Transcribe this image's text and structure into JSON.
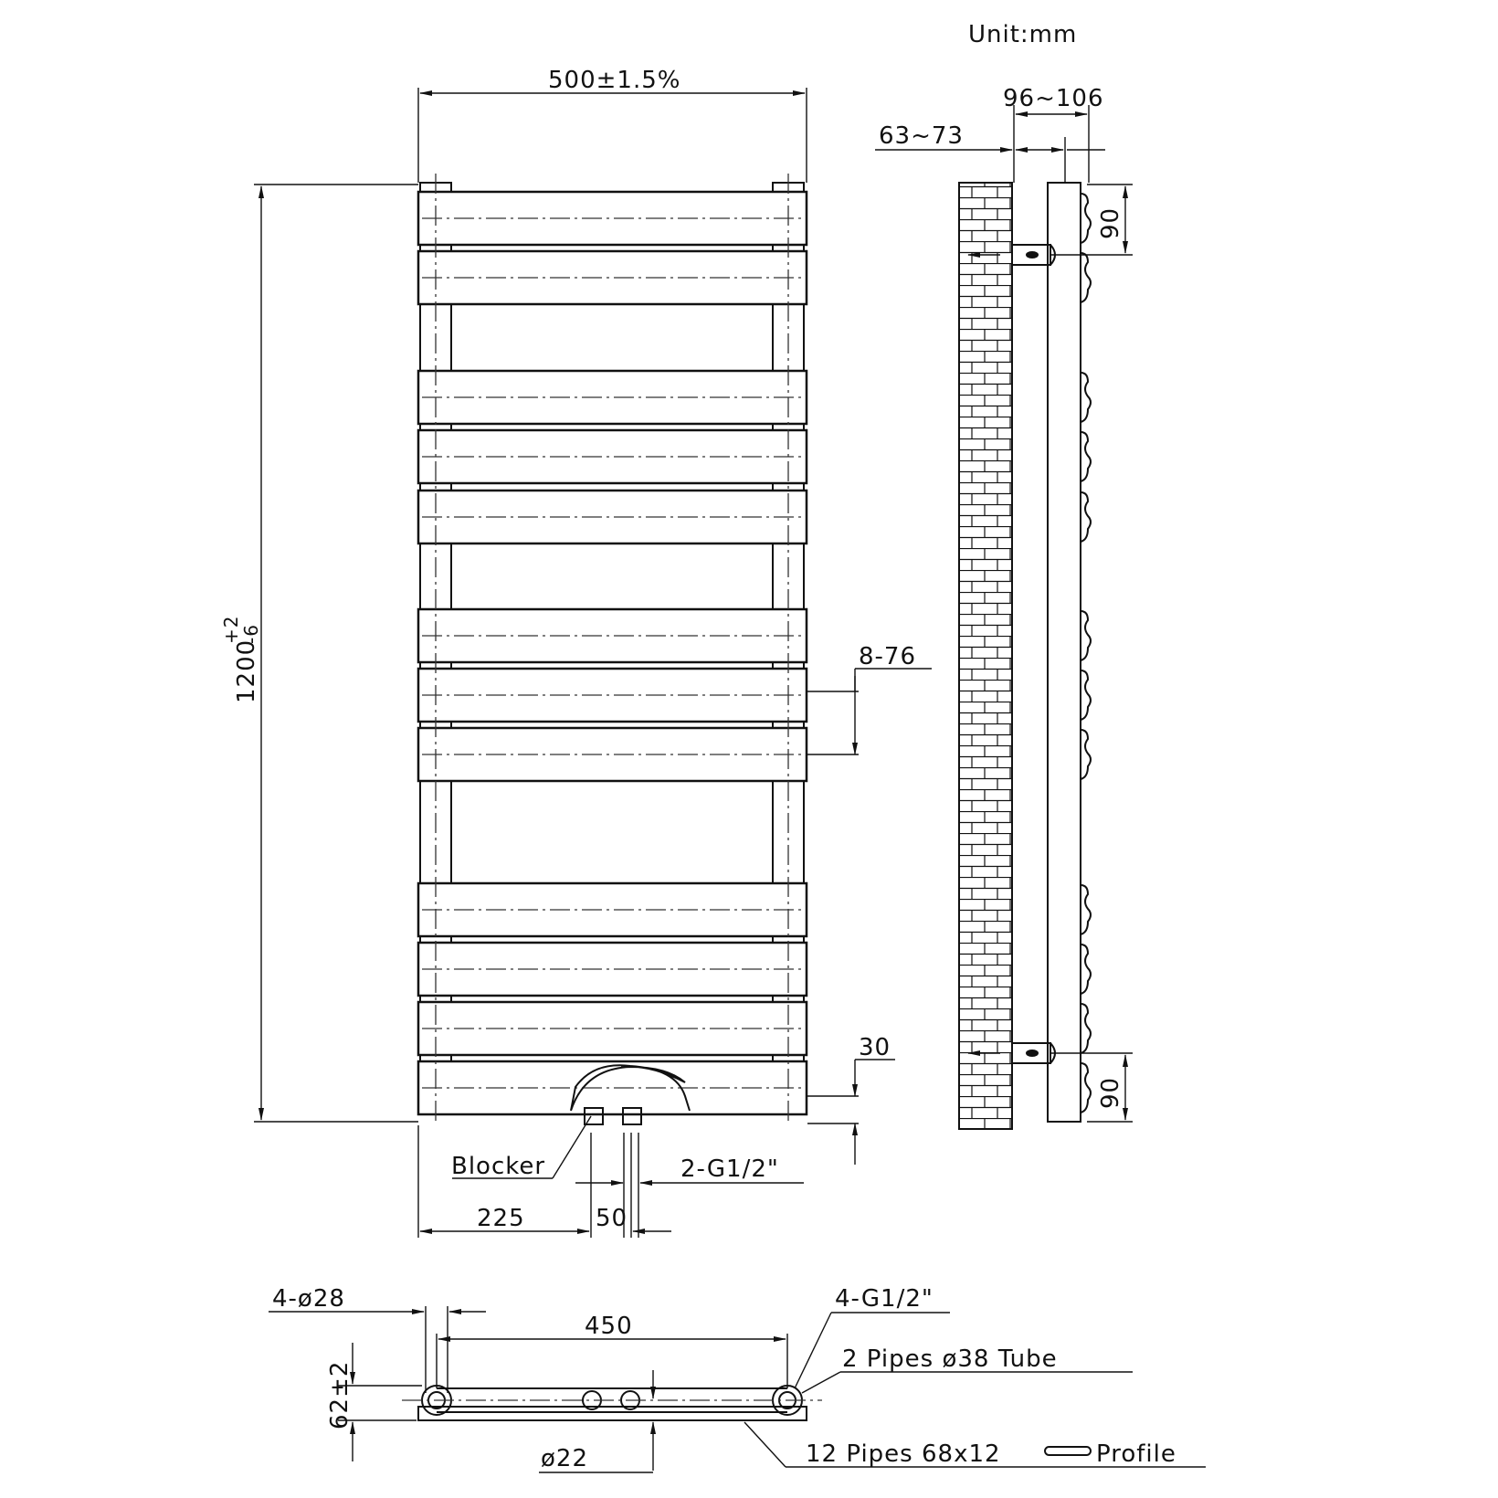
{
  "unit_label": "Unit:mm",
  "front_view": {
    "width_label": "500±1.5%",
    "height_label": "1200",
    "height_tol_plus": "+2",
    "height_tol_minus": "-6",
    "spacing_label": "8-76",
    "bottom_gap_label": "30",
    "blocker_label": "Blocker",
    "inlet_label": "2-G1/2\"",
    "offset_label": "225",
    "valve_spacing_label": "50"
  },
  "side_view": {
    "depth_label": "96~106",
    "wall_gap_label": "63~73",
    "top_label": "90",
    "bottom_label": "90"
  },
  "bottom_view": {
    "bracket_label": "4-ø28",
    "center_label": "450",
    "fitting_label": "4-G1/2\"",
    "pipes_label": "2 Pipes ø38 Tube",
    "depth_label": "62±2",
    "valve_label": "ø22",
    "profile_label": "12 Pipes 68x12",
    "profile_suffix": "Profile"
  }
}
